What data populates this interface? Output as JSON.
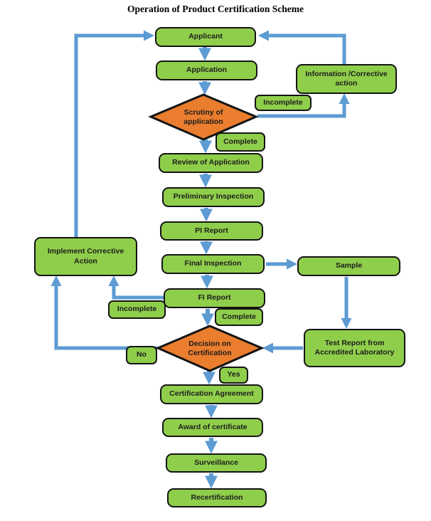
{
  "title": "Operation of Product Certification Scheme",
  "colors": {
    "node_fill": "#8FCE4B",
    "diamond_fill": "#EA7D2E",
    "arrow_blue": "#5D9BD3",
    "border_black": "#141414"
  },
  "nodes": {
    "applicant": "Applicant",
    "application": "Application",
    "info_corrective": "Information /Corrective\naction",
    "review": "Review of Application",
    "preliminary": "Preliminary Inspection",
    "pi_report": "PI Report",
    "final_inspection": "Final Inspection",
    "sample": "Sample",
    "implement_corrective": "Implement Corrective\nAction",
    "fi_report": "FI Report",
    "test_report": "Test Report from\nAccredited Laboratory",
    "certification_agreement": "Certification Agreement",
    "award_certificate": "Award of certificate",
    "surveillance": "Surveillance",
    "recertification": "Recertification"
  },
  "decisions": {
    "scrutiny": "Scrutiny of\napplication",
    "certification": "Decision on\nCertification"
  },
  "edge_labels": {
    "incomplete_top": "Incomplete",
    "complete_top": "Complete",
    "incomplete_bottom": "Incomplete",
    "complete_bottom": "Complete",
    "no": "No",
    "yes": "Yes"
  }
}
